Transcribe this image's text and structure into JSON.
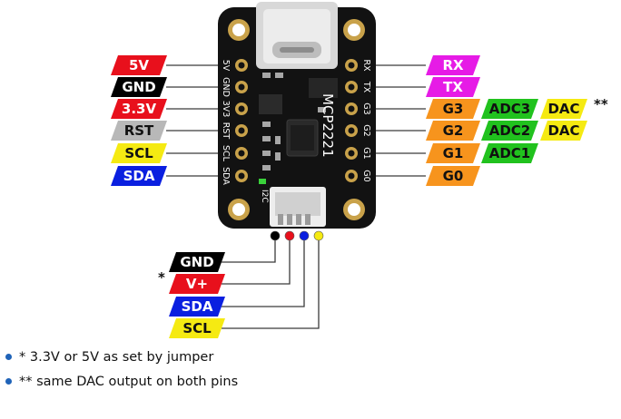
{
  "board": {
    "chip_label": "MCP2221",
    "connector_label": "I2C",
    "left_pin_labels": [
      "5V",
      "GND",
      "3V3",
      "RST",
      "SCL",
      "SDA"
    ],
    "right_pin_labels": [
      "RX",
      "TX",
      "G3",
      "G2",
      "G1",
      "G0"
    ]
  },
  "left_pins": [
    {
      "name": "5V",
      "color": "#e8101c"
    },
    {
      "name": "GND",
      "color": "#000000"
    },
    {
      "name": "3.3V",
      "color": "#e8101c"
    },
    {
      "name": "RST",
      "color": "#b8b8b8"
    },
    {
      "name": "SCL",
      "color": "#f5ea12"
    },
    {
      "name": "SDA",
      "color": "#0a1fe0"
    }
  ],
  "right_pins": [
    {
      "labels": [
        {
          "text": "RX",
          "color": "#e61be6"
        }
      ]
    },
    {
      "labels": [
        {
          "text": "TX",
          "color": "#e61be6"
        }
      ]
    },
    {
      "labels": [
        {
          "text": "G3",
          "color": "#f7941d"
        },
        {
          "text": "ADC3",
          "color": "#21c21e"
        },
        {
          "text": "DAC",
          "color": "#f5ea12"
        }
      ],
      "mark": "**"
    },
    {
      "labels": [
        {
          "text": "G2",
          "color": "#f7941d"
        },
        {
          "text": "ADC2",
          "color": "#21c21e"
        },
        {
          "text": "DAC",
          "color": "#f5ea12"
        }
      ]
    },
    {
      "labels": [
        {
          "text": "G1",
          "color": "#f7941d"
        },
        {
          "text": "ADC1",
          "color": "#21c21e"
        }
      ]
    },
    {
      "labels": [
        {
          "text": "G0",
          "color": "#f7941d"
        }
      ]
    }
  ],
  "i2c_pins": [
    {
      "name": "GND",
      "wire": "#000000",
      "label": "#000000"
    },
    {
      "name": "V+",
      "wire": "#e8101c",
      "label": "#e8101c",
      "mark": "*"
    },
    {
      "name": "SDA",
      "wire": "#0a1fe0",
      "label": "#0a1fe0"
    },
    {
      "name": "SCL",
      "wire": "#f5ea12",
      "label": "#f5ea12"
    }
  ],
  "notes": [
    "* 3.3V or 5V as set by jumper",
    "** same DAC output on both pins"
  ]
}
